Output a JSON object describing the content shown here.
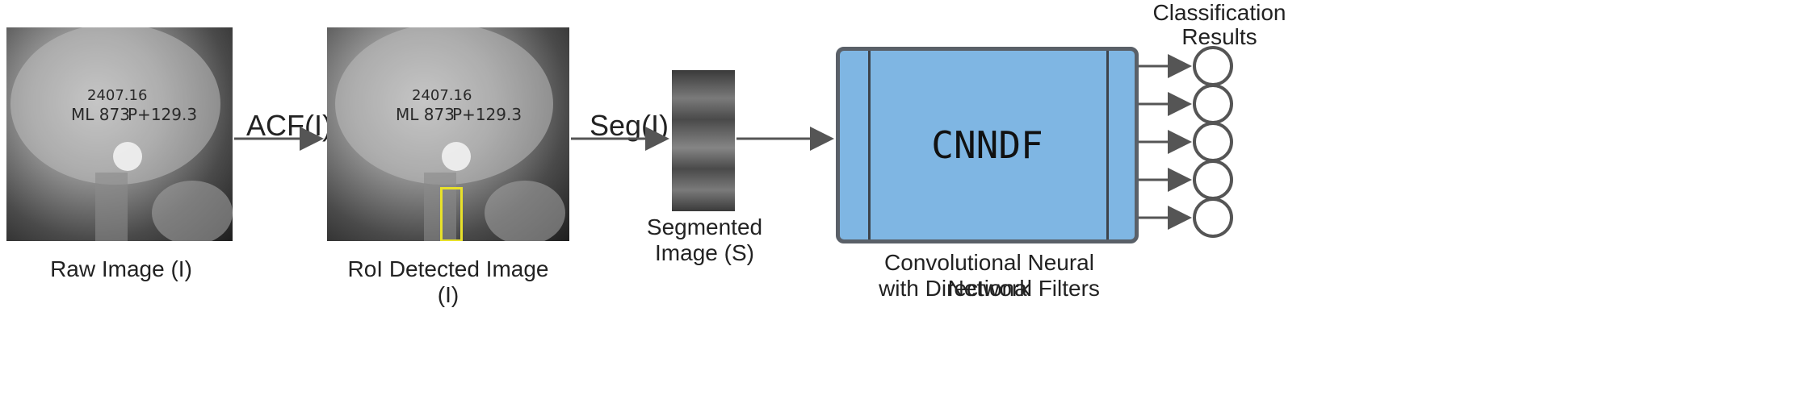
{
  "stages": {
    "raw": {
      "caption": "Raw Image (I)"
    },
    "roi": {
      "caption": "RoI Detected Image (I)"
    },
    "segmented": {
      "caption_line1": "Segmented",
      "caption_line2": "Image (S)"
    },
    "cnn": {
      "title": "CNNDF",
      "caption_line1": "Convolutional Neural Network",
      "caption_line2": "with Directional Filters"
    },
    "results": {
      "caption_line1": "Classification",
      "caption_line2": "Results",
      "count": 5
    }
  },
  "arrows": {
    "acf": "ACF(I)",
    "seg": "Seg(I)"
  },
  "xray_text": {
    "line1": "ML 873",
    "line2": "P+129.3",
    "line3": "2407.16"
  },
  "colors": {
    "cnn_fill": "#7fb6e3",
    "cnn_border": "#5a6068",
    "roi_box": "#e8e12a",
    "arrow": "#555555"
  }
}
